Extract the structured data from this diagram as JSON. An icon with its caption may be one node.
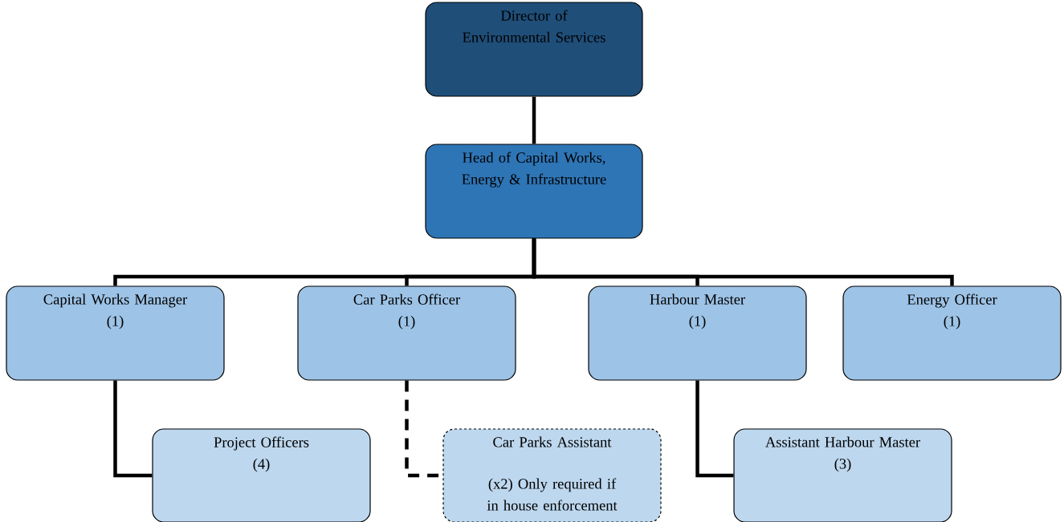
{
  "diagram": {
    "nodes": [
      {
        "text": [
          "Director of Environmental Services"
        ]
      },
      {
        "text": [
          "Head of Capital Works, Energy & Infrastructure"
        ]
      },
      {
        "text": [
          "Capital Works Manager",
          "(1)"
        ]
      },
      {
        "text": [
          "Car Parks Officer",
          "(1)"
        ]
      },
      {
        "text": [
          "Harbour Master",
          "(1)"
        ]
      },
      {
        "text": [
          "Energy Officer",
          "(1)"
        ]
      },
      {
        "text": [
          "Project Officers",
          "(4)"
        ]
      },
      {
        "text": [
          "Car Parks Assistant",
          "(x2) Only required if in house enforcement"
        ]
      },
      {
        "text": [
          "Assistant Harbour Master",
          "(3)"
        ]
      }
    ],
    "edges": [
      {
        "from": 0,
        "to": 1,
        "arrow": "none"
      },
      {
        "from": 1,
        "to": 2,
        "arrow": "none"
      },
      {
        "from": 1,
        "to": 3,
        "arrow": "none"
      },
      {
        "from": 1,
        "to": 4,
        "arrow": "none"
      },
      {
        "from": 1,
        "to": 5,
        "arrow": "none"
      },
      {
        "from": 2,
        "to": 6,
        "arrow": "none"
      },
      {
        "from": 3,
        "to": 7,
        "arrow": "none",
        "style": "dashed"
      },
      {
        "from": 4,
        "to": 8,
        "arrow": "none"
      }
    ]
  }
}
